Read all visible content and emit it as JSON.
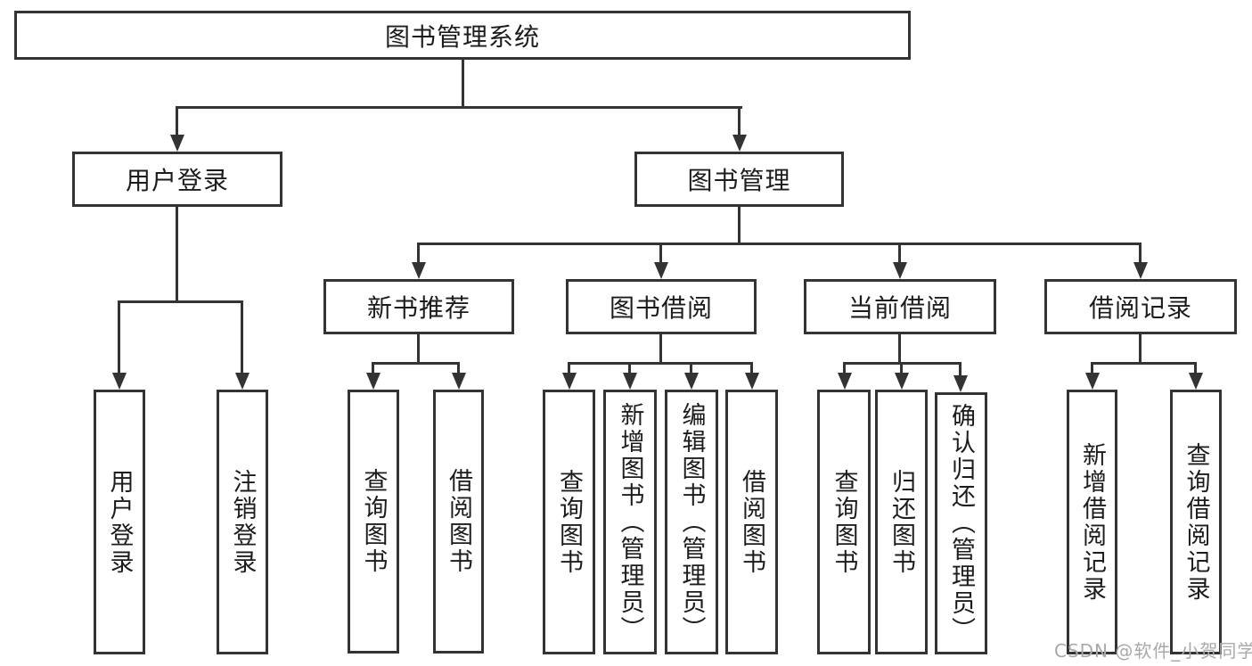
{
  "diagram": {
    "root": {
      "label": "图书管理系统"
    },
    "level2": [
      {
        "label": "用户登录"
      },
      {
        "label": "图书管理"
      }
    ],
    "level3": [
      {
        "label": "新书推荐"
      },
      {
        "label": "图书借阅"
      },
      {
        "label": "当前借阅"
      },
      {
        "label": "借阅记录"
      }
    ],
    "leaves": {
      "user": [
        "用户登录",
        "注销登录"
      ],
      "recommend": [
        "查询图书",
        "借阅图书"
      ],
      "borrow": [
        "查询图书",
        "新增图书（管理员）",
        "编辑图书（管理员）",
        "借阅图书"
      ],
      "current": [
        "查询图书",
        "归还图书",
        "确认归还（管理员）"
      ],
      "records": [
        "新增借阅记录",
        "查询借阅记录"
      ]
    }
  },
  "watermark": {
    "text": "CSDN @软件_小贺同学"
  },
  "colors": {
    "line": "#333333",
    "text": "#1c1c1c",
    "watermark": "#a9a9a9",
    "background": "#ffffff"
  }
}
